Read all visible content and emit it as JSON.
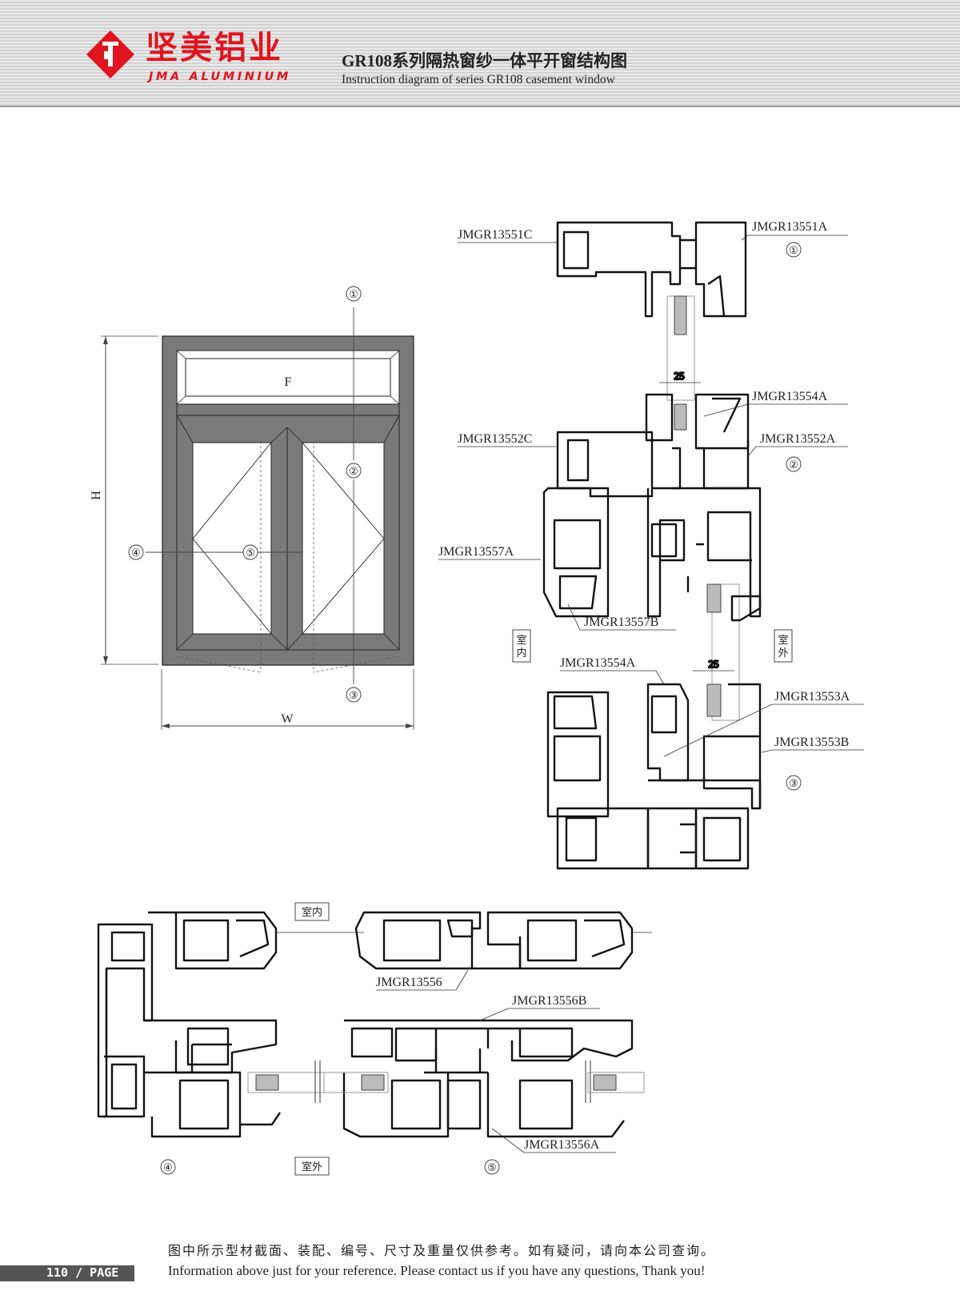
{
  "header": {
    "brand_cn": "坚美铝业",
    "brand_en": "JMA ALUMINIUM",
    "title_cn": "GR108系列隔热窗纱一体平开窗结构图",
    "title_en": "Instruction diagram of series GR108 casement window",
    "brand_color": "#e0141e"
  },
  "elevation": {
    "fixed_label": "F",
    "width_label": "W",
    "height_label": "H",
    "markers": [
      "①",
      "②",
      "③",
      "④",
      "⑤"
    ]
  },
  "section_v": {
    "parts": {
      "p51c": "JMGR13551C",
      "p51a": "JMGR13551A",
      "p54a_top": "JMGR13554A",
      "p52c": "JMGR13552C",
      "p52a": "JMGR13552A",
      "p57a": "JMGR13557A",
      "p57b": "JMGR13557B",
      "p54a_low": "JMGR13554A",
      "p53a": "JMGR13553A",
      "p53b": "JMGR13553B"
    },
    "dim_top": "25",
    "dim_low": "25",
    "indoor": "室内",
    "outdoor": "室外",
    "marker1": "①",
    "marker2": "②",
    "marker3": "③"
  },
  "section_h": {
    "parts": {
      "p56": "JMGR13556",
      "p56b": "JMGR13556B",
      "p56a": "JMGR13556A"
    },
    "indoor": "室内",
    "outdoor": "室外",
    "marker4": "④",
    "marker5": "⑤"
  },
  "footer": {
    "note_cn": "图中所示型材截面、装配、编号、尺寸及重量仅供参考。如有疑问，请向本公司查询。",
    "note_en": "Information above just for your reference. Please contact us if you have any questions, Thank you!",
    "page": "110 / PAGE"
  }
}
